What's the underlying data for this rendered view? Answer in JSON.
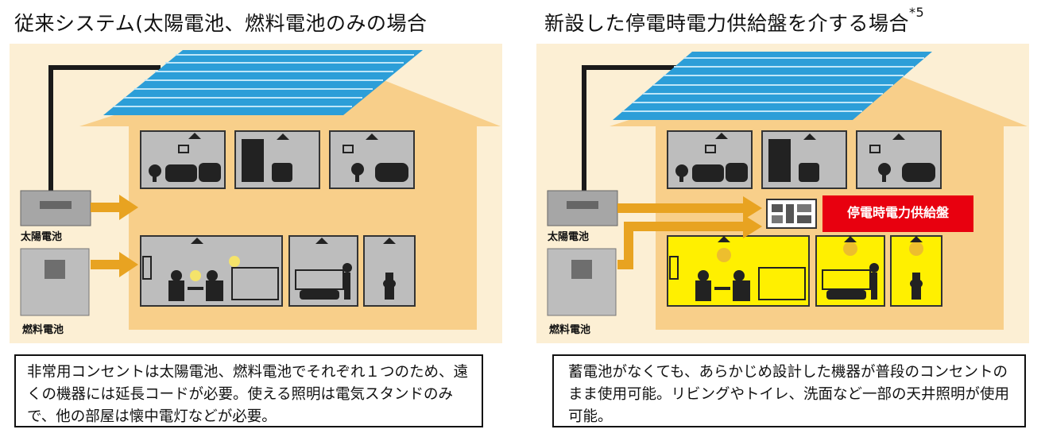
{
  "left": {
    "title": "従来システム(太陽電池、燃料電池のみの場合",
    "solar_label": "太陽電池",
    "fuel_label": "燃料電池",
    "caption": "非常用コンセントは太陽電池、燃料電池でそれぞれ１つのため、遠くの機器には延長コードが必要。使える照明は電気スタンドのみで、他の部屋は懐中電灯などが必要。"
  },
  "right": {
    "title": "新設した停電時電力供給盤を介する場合",
    "title_note": "*5",
    "solar_label": "太陽電池",
    "fuel_label": "燃料電池",
    "panel_label": "停電時電力供給盤",
    "caption": "蓄電池がなくても、あらかじめ設計した機器が普段のコンセントのまま使用可能。リビングやトイレ、洗面など一部の天井照明が使用可能。"
  },
  "colors": {
    "background": "#fcefd4",
    "house": "#f8cf8a",
    "room_off": "#bdbdbd",
    "room_lit": "#fff000",
    "arrow": "#e8a321",
    "solar_panel": "#2c9ed8",
    "panel_box": "#e8000f"
  },
  "icons": [
    "solar-panel-icon",
    "solar-battery-icon",
    "fuel-cell-icon",
    "power-arrow-icon",
    "distribution-panel-icon"
  ]
}
